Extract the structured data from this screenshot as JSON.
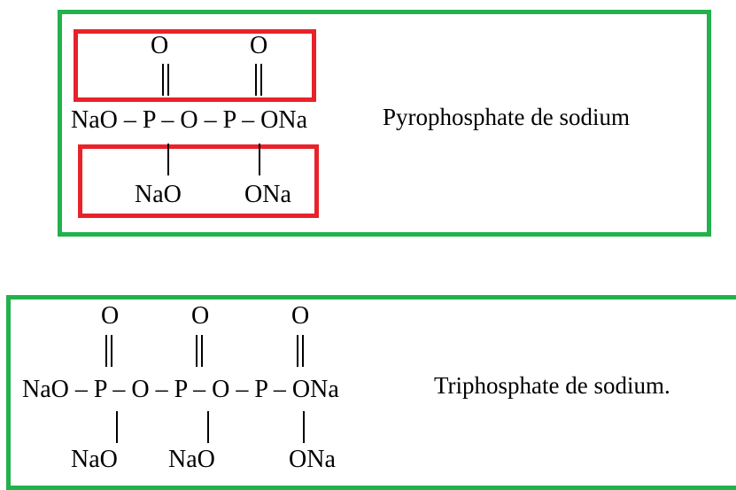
{
  "colors": {
    "green": "#22b14c",
    "red": "#e8222a"
  },
  "pyro": {
    "o1": "O",
    "o2": "O",
    "chain": "NaO – P – O – P – ONa",
    "sub1": "NaO",
    "sub2": "ONa",
    "name": "Pyrophosphate de sodium"
  },
  "tri": {
    "o1": "O",
    "o2": "O",
    "o3": "O",
    "chain": "NaO – P – O – P – O – P – ONa",
    "sub1": "NaO",
    "sub2": "NaO",
    "sub3": "ONa",
    "name": "Triphosphate de sodium."
  }
}
